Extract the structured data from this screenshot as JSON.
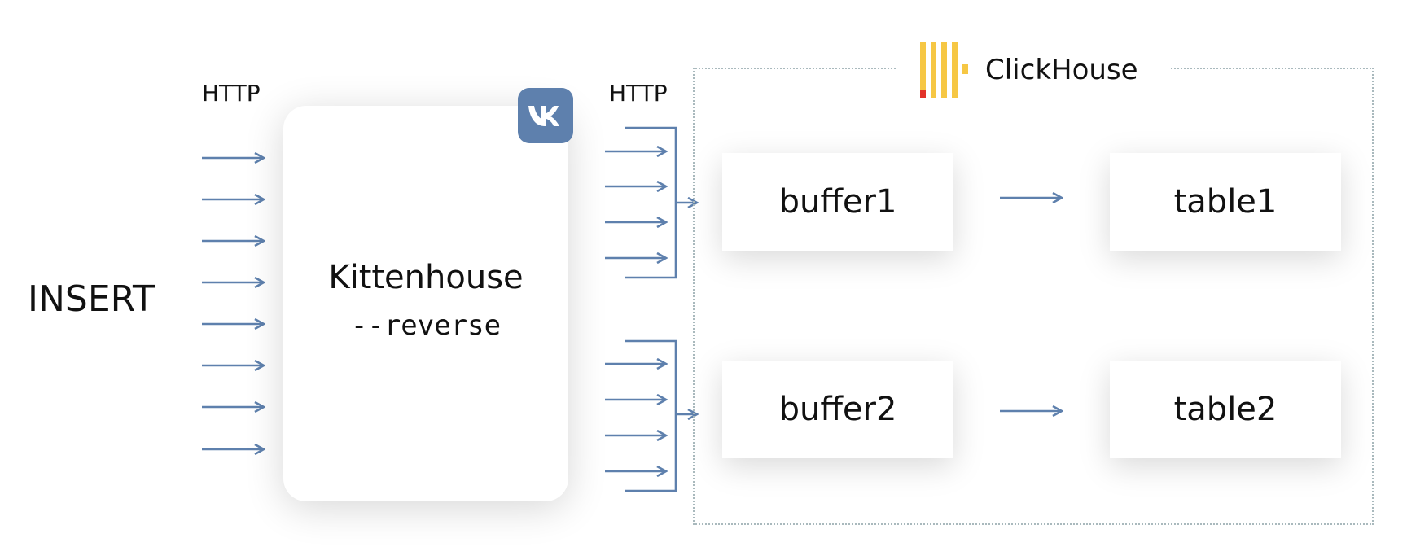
{
  "insert_label": "INSERT",
  "http_left": "HTTP",
  "http_right": "HTTP",
  "kittenhouse": {
    "title": "Kittenhouse",
    "flag": "--reverse"
  },
  "vk_logo_icon": "vk-icon",
  "clickhouse": {
    "title": "ClickHouse",
    "logo_icon": "clickhouse-logo-icon"
  },
  "buffers": [
    "buffer1",
    "buffer2"
  ],
  "tables": [
    "table1",
    "table2"
  ],
  "colors": {
    "arrow": "#5e80ad",
    "frame_border": "#a9b9bd",
    "clickhouse_yellow": "#f6c744",
    "clickhouse_red": "#e2332a",
    "vk_blue": "#5e80ad"
  }
}
